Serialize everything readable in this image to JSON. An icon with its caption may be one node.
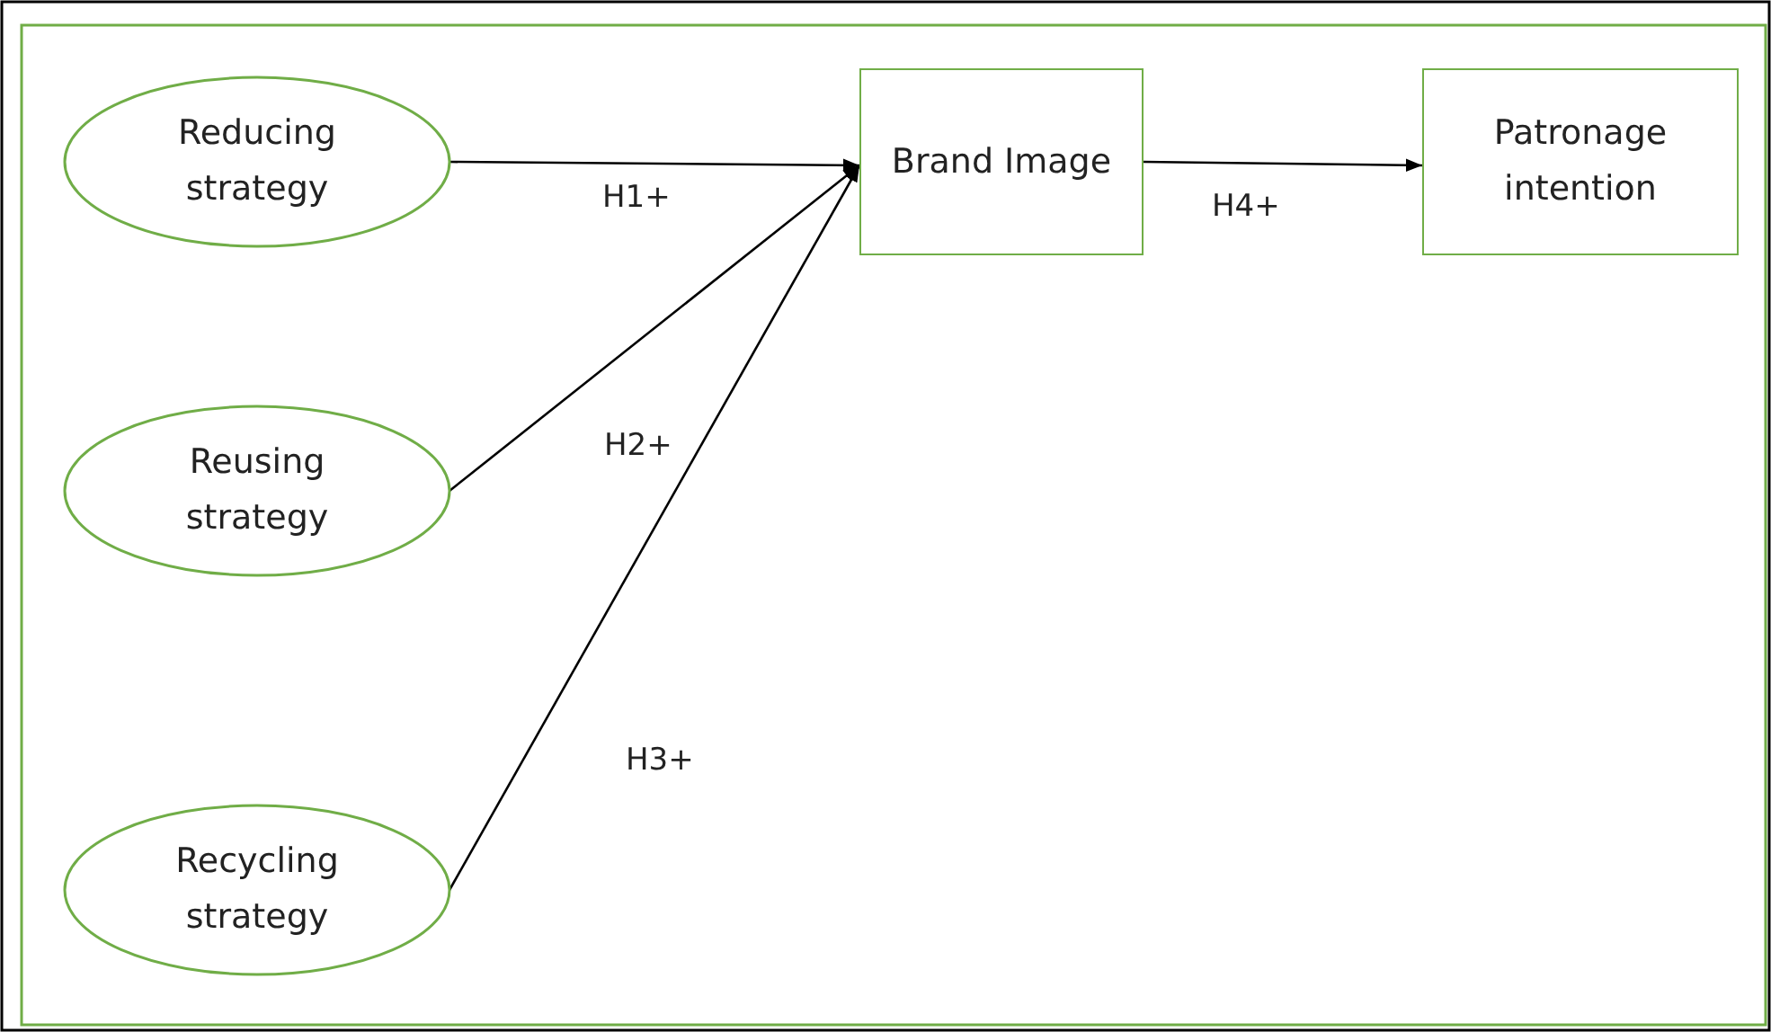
{
  "diagram": {
    "nodes": [
      {
        "text": [
          "Reducing strategy"
        ]
      },
      {
        "text": [
          "Reusing strategy"
        ]
      },
      {
        "text": [
          "Recycling strategy"
        ]
      },
      {
        "text": [
          "Brand Image"
        ]
      },
      {
        "text": [
          "Patronage intention"
        ]
      }
    ],
    "edges": [
      {
        "from": 0,
        "to": 3,
        "arrow": "to",
        "label": "H1+"
      },
      {
        "from": 1,
        "to": 3,
        "arrow": "to",
        "label": "H2+"
      },
      {
        "from": 2,
        "to": 3,
        "arrow": "to",
        "label": "H3+"
      },
      {
        "from": 3,
        "to": 4,
        "arrow": "to",
        "label": "H4+"
      }
    ]
  }
}
